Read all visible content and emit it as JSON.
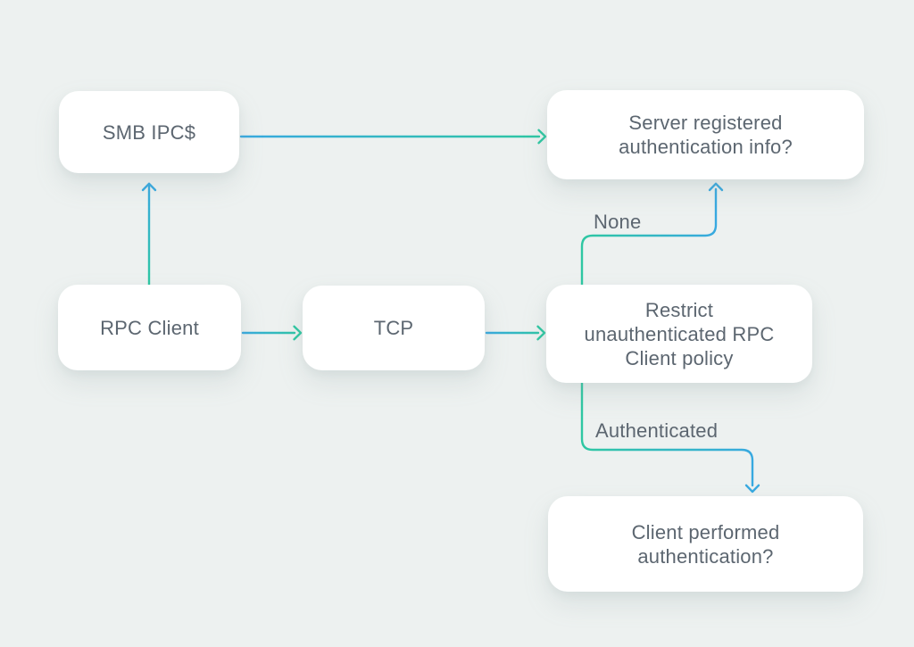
{
  "nodes": {
    "smb_ipc": {
      "label": "SMB IPC$"
    },
    "server_registered": {
      "label": "Server registered\nauthentication info?"
    },
    "rpc_client": {
      "label": "RPC Client"
    },
    "tcp": {
      "label": "TCP"
    },
    "restrict_policy": {
      "label": "Restrict\nunauthenticated RPC\nClient policy"
    },
    "client_performed": {
      "label": "Client performed\nauthentication?"
    }
  },
  "edges": [
    {
      "from": "RPC Client",
      "to": "SMB IPC$",
      "label": ""
    },
    {
      "from": "SMB IPC$",
      "to": "Server registered authentication info?",
      "label": ""
    },
    {
      "from": "RPC Client",
      "to": "TCP",
      "label": ""
    },
    {
      "from": "TCP",
      "to": "Restrict unauthenticated RPC Client policy",
      "label": ""
    },
    {
      "from": "Restrict unauthenticated RPC Client policy",
      "to": "Server registered authentication info?",
      "label": "None"
    },
    {
      "from": "Restrict unauthenticated RPC Client policy",
      "to": "Client performed authentication?",
      "label": "Authenticated"
    }
  ],
  "colors": {
    "background": "#edf1f0",
    "node_fill": "#ffffff",
    "text": "#5c6670",
    "arrow_blue": "#38a9e0",
    "arrow_green": "#2ec7a2"
  }
}
